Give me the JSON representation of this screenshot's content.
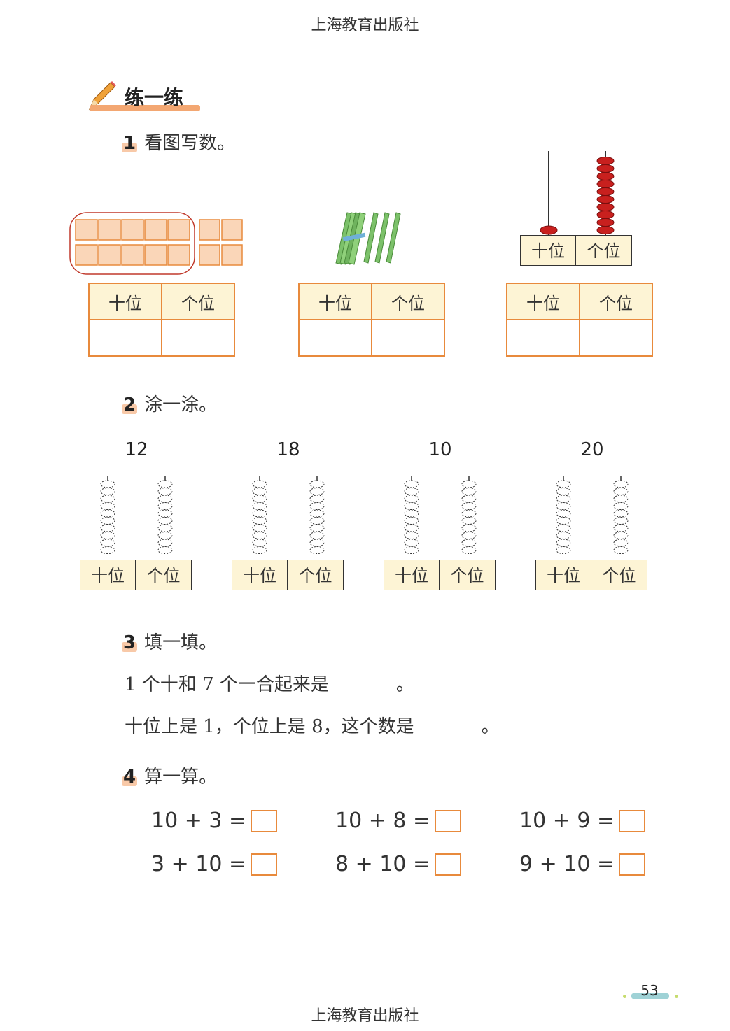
{
  "header": {
    "publisher": "上海教育出版社"
  },
  "footer": {
    "publisher": "上海教育出版社",
    "page_number": "53"
  },
  "section": {
    "title": "练一练"
  },
  "q1": {
    "num": "1",
    "text": "看图写数。",
    "tables": [
      {
        "tens": "十位",
        "ones": "个位"
      },
      {
        "tens": "十位",
        "ones": "个位"
      },
      {
        "tens": "十位",
        "ones": "个位"
      }
    ],
    "abacus_base": {
      "tens": "十位",
      "ones": "个位"
    }
  },
  "q2": {
    "num": "2",
    "text": "涂一涂。",
    "items": [
      {
        "number": "12",
        "tens": "十位",
        "ones": "个位"
      },
      {
        "number": "18",
        "tens": "十位",
        "ones": "个位"
      },
      {
        "number": "10",
        "tens": "十位",
        "ones": "个位"
      },
      {
        "number": "20",
        "tens": "十位",
        "ones": "个位"
      }
    ]
  },
  "q3": {
    "num": "3",
    "text": "填一填。",
    "line1_text": "1 个十和 7 个一合起来是",
    "line1_end": "。",
    "line2_text": "十位上是 1，个位上是 8，这个数是",
    "line2_end": "。"
  },
  "q4": {
    "num": "4",
    "text": "算一算。",
    "equations": [
      "10 + 3 =",
      "10 + 8 =",
      "10 + 9 =",
      "3 + 10 =",
      "8 + 10 =",
      "9 + 10 ="
    ]
  }
}
